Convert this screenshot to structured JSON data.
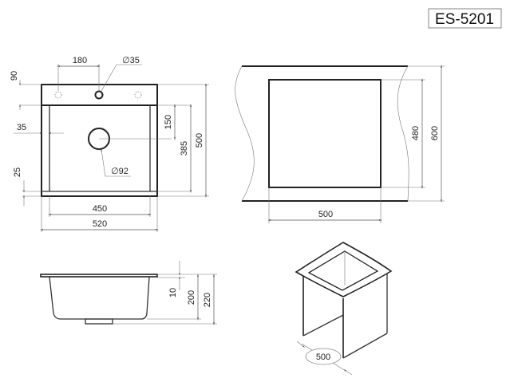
{
  "title": "ES-5201",
  "top_view": {
    "dim_holes_spacing": "180",
    "dim_tap_hole": "∅35",
    "dim_deck": "90",
    "dim_side_rim": "35",
    "dim_drain_offset": "150",
    "dim_bowl_length": "385",
    "dim_overall_length": "500",
    "dim_front_rim": "25",
    "dim_drain": "∅92",
    "dim_bowl_width": "450",
    "dim_overall_width": "520"
  },
  "cutout_view": {
    "dim_cutout_depth": "480",
    "dim_countertop_depth": "600",
    "dim_cutout_width": "500"
  },
  "side_view": {
    "dim_rim": "10",
    "dim_bowl_depth": "200",
    "dim_total_depth": "220"
  },
  "iso_view": {
    "dim_cabinet": "500"
  }
}
